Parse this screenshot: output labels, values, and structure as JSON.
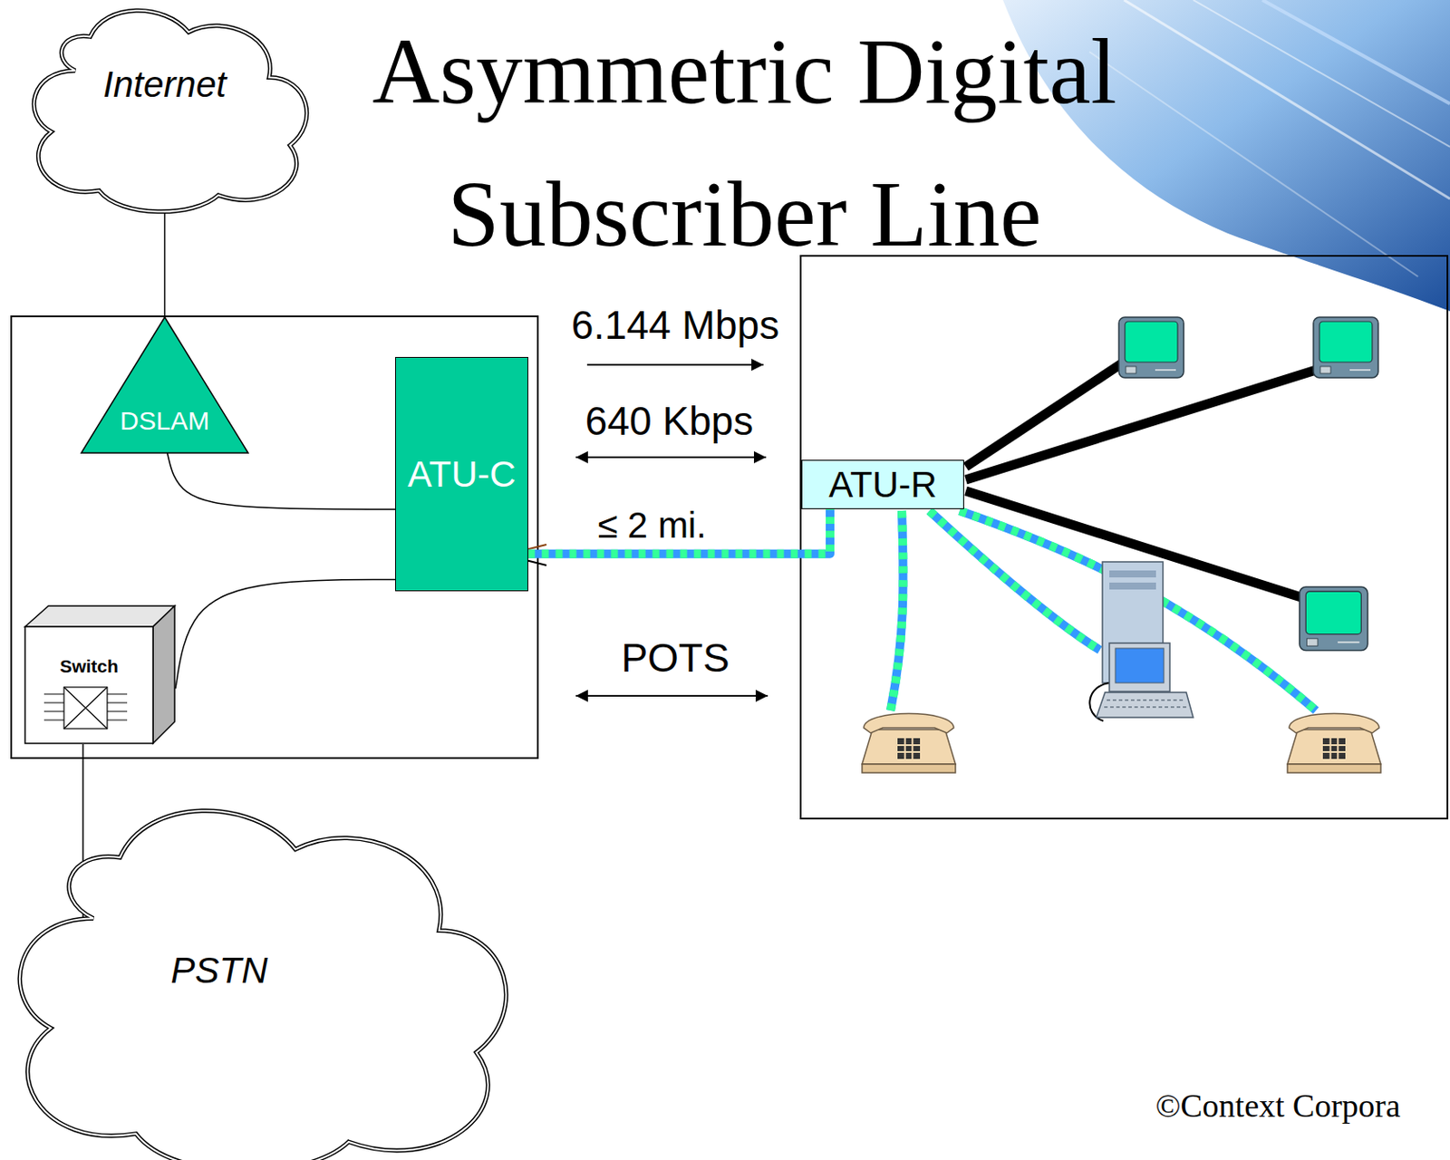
{
  "diagram": {
    "title": "Asymmetric Digital Subscriber Line",
    "nodes": [
      {
        "text": [
          "Internet"
        ]
      },
      {
        "text": [
          "DSLAM"
        ]
      },
      {
        "text": [
          "ATU-C"
        ]
      },
      {
        "text": [
          "Switch"
        ]
      },
      {
        "text": [
          "PSTN"
        ]
      },
      {
        "text": [
          "ATU-R"
        ]
      }
    ],
    "edges": [
      {
        "from": 0,
        "to": 1,
        "arrow": "none"
      },
      {
        "from": 1,
        "to": 2,
        "arrow": "none"
      },
      {
        "from": 2,
        "to": 3,
        "arrow": "none"
      },
      {
        "from": 3,
        "to": 4,
        "arrow": "none"
      },
      {
        "from": 2,
        "to": 5,
        "label": "≤ 2 mi.",
        "arrow": "none"
      }
    ],
    "labels": [
      "6.144 Mbps",
      "640 Kbps",
      "POTS",
      "©Context Corpora"
    ]
  }
}
